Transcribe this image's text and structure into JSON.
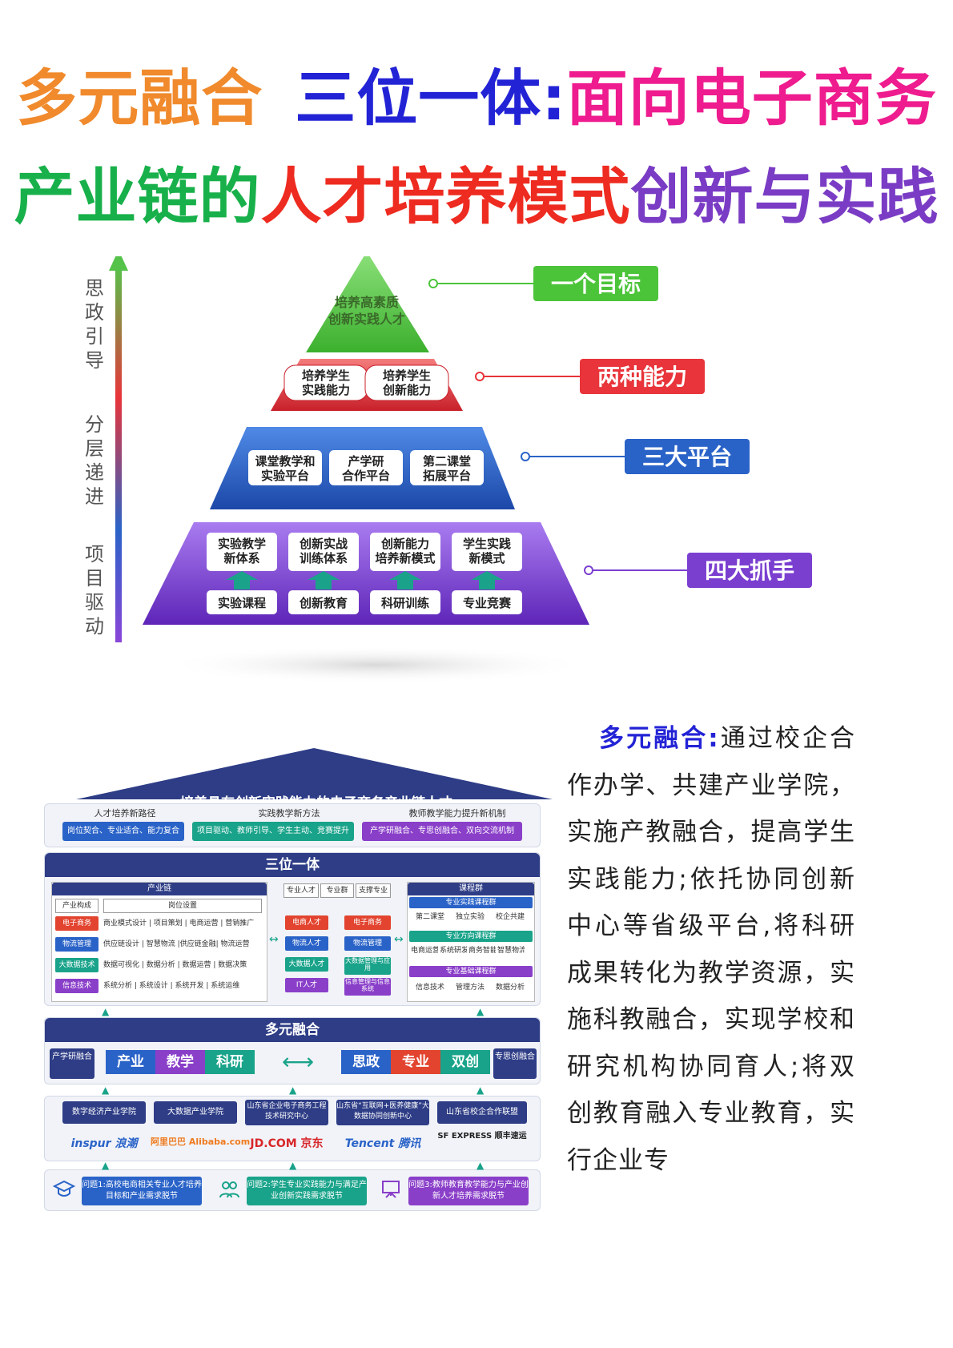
{
  "title": {
    "line1": {
      "a": "多元融合",
      "b": "三位一体:",
      "c": "面向电子商务"
    },
    "line2": {
      "a": "产业链的",
      "b": "人才培养模式",
      "c": "创新与实践"
    }
  },
  "pyramid": {
    "side_labels": [
      "思政引导",
      "分层递进",
      "项目驱动"
    ],
    "apex": [
      "培养高素质",
      "创新实践人才"
    ],
    "level2": [
      [
        "培养学生",
        "实践能力"
      ],
      [
        "培养学生",
        "创新能力"
      ]
    ],
    "level3": [
      [
        "课堂教学和",
        "实验平台"
      ],
      [
        "产学研",
        "合作平台"
      ],
      [
        "第二课堂",
        "拓展平台"
      ]
    ],
    "level4_top": [
      [
        "实验教学",
        "新体系"
      ],
      [
        "创新实战",
        "训练体系"
      ],
      [
        "创新能力",
        "培养新模式"
      ],
      [
        "学生实践",
        "新模式"
      ]
    ],
    "level4_bottom": [
      "实验课程",
      "创新教育",
      "科研训练",
      "专业竞赛"
    ],
    "tags": [
      "一个目标",
      "两种能力",
      "三大平台",
      "四大抓手"
    ],
    "colors": {
      "green": "#4cc43a",
      "red": "#e8343a",
      "blue": "#2a63c8",
      "purple": "#7b3fd0"
    }
  },
  "lower": {
    "roof_title": "培养具有创新实践能力的电子商务产业链人才",
    "row1": {
      "heads": [
        "人才培养新路径",
        "实践教学新方法",
        "教师教学能力提升新机制"
      ],
      "pills": [
        "岗位契合、专业适合、能力复合",
        "项目驱动、教师引导、学生主动、竞赛提升",
        "产学研融合、专思创融合、双向交流机制"
      ]
    },
    "mid_title": "三位一体",
    "chain": {
      "head": "产业链",
      "col_a": "产业构成",
      "col_b": "岗位设置",
      "rows": [
        {
          "name": "电子商务",
          "jobs": "商业模式设计 | 项目策划 | 电商运营 | 营销推广"
        },
        {
          "name": "物流管理",
          "jobs": "供应链设计 | 智慧物流 |供应链金融| 物流运营"
        },
        {
          "name": "大数据技术",
          "jobs": "数据可视化 | 数据分析 | 数据运营 | 数据决策"
        },
        {
          "name": "信息技术",
          "jobs": "系统分析 | 系统设计 | 系统开发 | 系统运维"
        }
      ]
    },
    "majors": {
      "tabs": [
        "专业人才",
        "专业群",
        "支撑专业"
      ],
      "left": [
        "电商人才",
        "物流人才",
        "大数据人才",
        "IT人才"
      ],
      "right": [
        "电子商务",
        "物流管理",
        "大数据管理与应用",
        "信息管理与信息系统"
      ]
    },
    "courses": {
      "head": "课程群",
      "s1": "专业实践课程群",
      "s1_items": [
        "第二课堂",
        "独立实验",
        "校企共建"
      ],
      "s2": "专业方向课程群",
      "s2_items": [
        "电商运营",
        "系统研发",
        "商务智能",
        "智慧物流"
      ],
      "s3": "专业基础课程群",
      "s3_items": [
        "信息技术",
        "管理方法",
        "数据分析"
      ]
    },
    "fusion": {
      "title": "多元融合",
      "left_tag": "产学研融合",
      "left_pills": [
        "产业",
        "教学",
        "科研"
      ],
      "right_pills": [
        "思政",
        "专业",
        "双创"
      ],
      "right_tag": "专思创融合"
    },
    "partners": {
      "names": [
        "数字经济产业学院",
        "大数据产业学院",
        "山东省企业电子商务工程技术研究中心",
        "山东省“互联网+医养健康”大数据协同创新中心",
        "山东省校企合作联盟"
      ],
      "logos": [
        "inspur 浪潮",
        "阿里巴巴 Alibaba.com",
        "JD.COM 京东",
        "Tencent 腾讯",
        "SF EXPRESS 顺丰速运"
      ]
    },
    "problems": [
      "问题1:高校电商相关专业人才培养目标和产业需求脱节",
      "问题2:学生专业实践能力与满足产业创新实践需求脱节",
      "问题3:教师教育教学能力与产业创新人才培养需求脱节"
    ]
  },
  "paragraph": {
    "lead": "多元融合:",
    "body": "通过校企合作办学、共建产业学院，实施产教融合，提高学生实践能力;依托协同创新中心等省级平台,将科研成果转化为教学资源，实施科教融合，实现学校和研究机构协同育人;将双创教育融入专业教育，实行企业专"
  }
}
